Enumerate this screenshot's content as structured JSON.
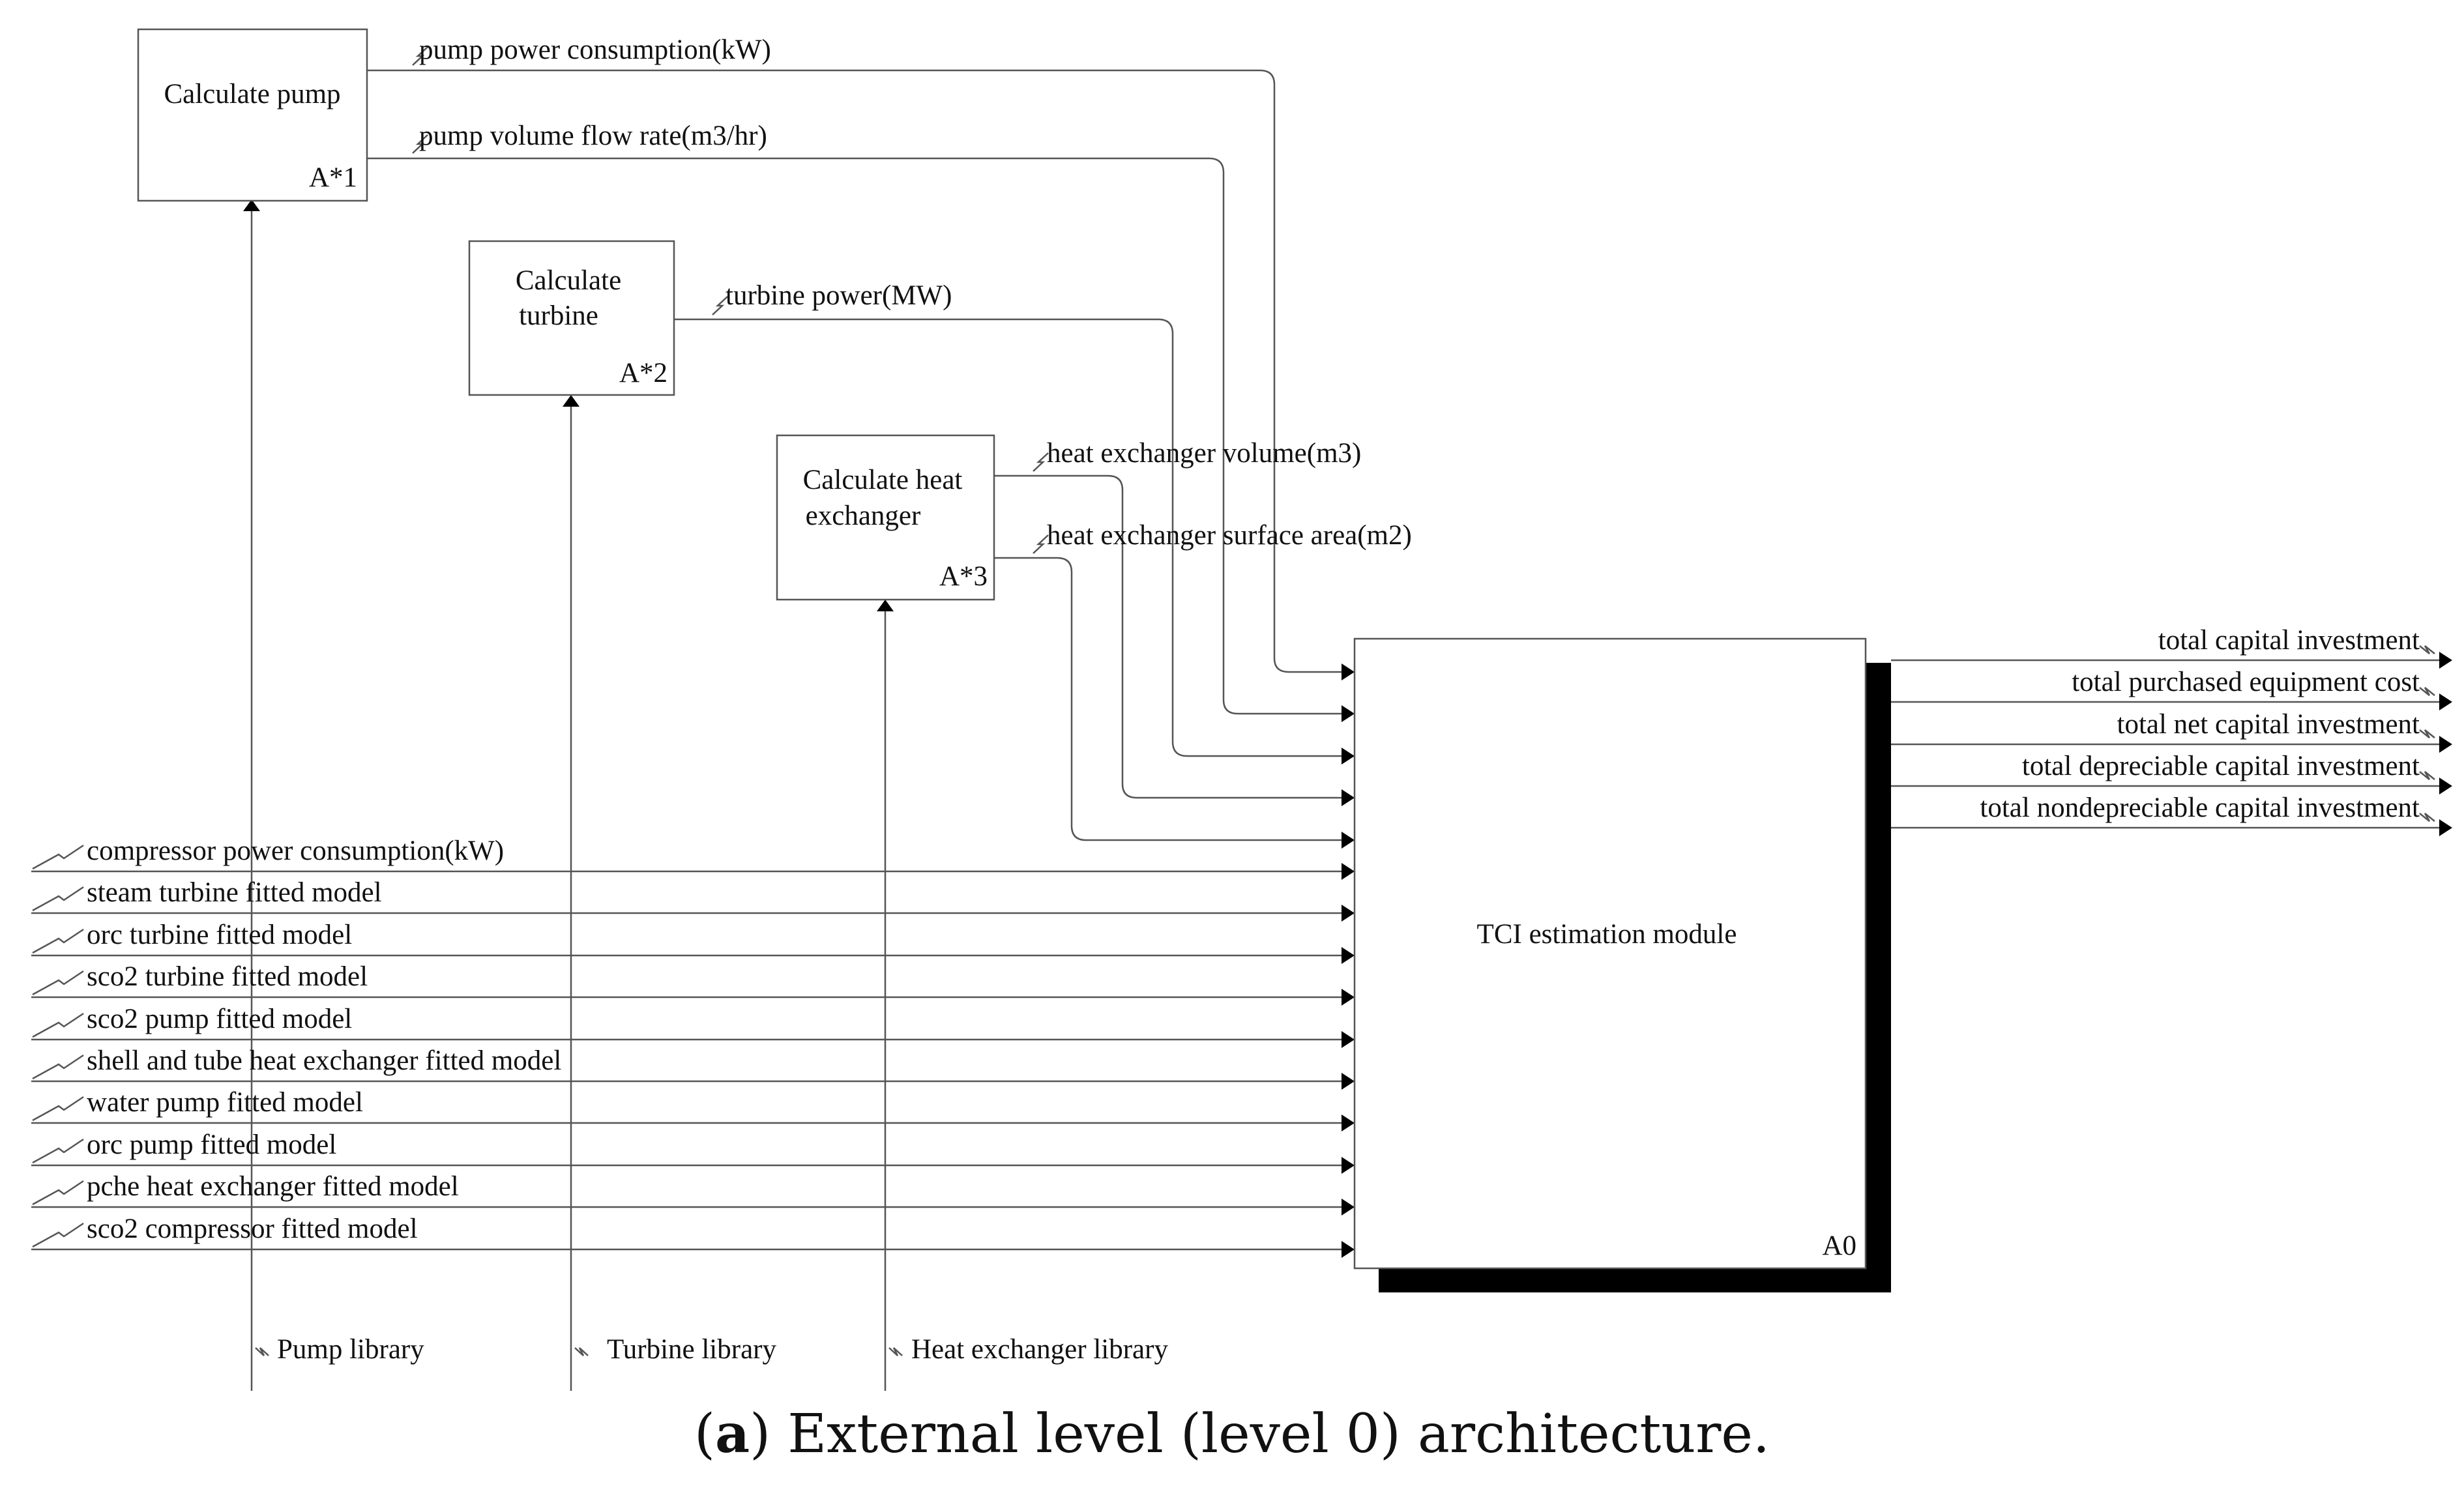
{
  "boxes": {
    "pump": {
      "line1": "Calculate pump",
      "line2": "",
      "id": "A*1"
    },
    "turbine": {
      "line1": "Calculate",
      "line2": "turbine",
      "id": "A*2"
    },
    "hx": {
      "line1": "Calculate heat",
      "line2": "exchanger",
      "id": "A*3"
    },
    "main": {
      "label": "TCI estimation module",
      "id": "A0"
    }
  },
  "box_outputs": {
    "pump_power": "pump power consumption(kW)",
    "pump_flow": "pump volume flow rate(m3/hr)",
    "turbine_power": "turbine power(MW)",
    "hx_volume": "heat exchanger volume(m3)",
    "hx_area": "heat exchanger surface area(m2)"
  },
  "inputs": [
    "compressor power consumption(kW)",
    "steam turbine fitted model",
    "orc turbine fitted model",
    "sco2 turbine fitted model",
    "sco2 pump fitted model",
    "shell and tube heat exchanger fitted model",
    "water pump fitted model",
    "orc pump fitted model",
    "pche heat exchanger fitted model",
    "sco2 compressor fitted model"
  ],
  "outputs": [
    "total capital investment",
    "total purchased equipment cost",
    "total net capital investment",
    "total depreciable capital investment",
    "total nondepreciable capital investment"
  ],
  "libraries": {
    "pump": "Pump library",
    "turbine": "Turbine library",
    "hx": "Heat exchanger library"
  },
  "caption": {
    "letter": "a",
    "text": ") External level (level 0) architecture."
  }
}
